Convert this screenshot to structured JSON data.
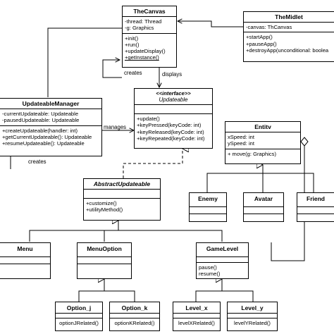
{
  "classes": {
    "the_canvas": {
      "name": "TheCanvas",
      "attributes": [
        "-thread: Thread",
        "-g: Graphics"
      ],
      "methods": [
        "+init()",
        "+run()",
        "+updateDisplay()",
        "+getInstance()"
      ]
    },
    "the_midlet": {
      "name": "TheMidlet",
      "attributes": [
        "-canvas: ThCanvas"
      ],
      "methods": [
        "+startApp()",
        "+pauseApp()",
        "+destroyApp(unconditional: boolea"
      ]
    },
    "updateable": {
      "stereotype": "<<interface>>",
      "name": "Updateable",
      "methods": [
        "+update()",
        "+keyPressed(keyCode: int)",
        "+keyReleased(keyCode: int)",
        "+keyRepeated(keyCode: int)"
      ]
    },
    "updateable_manager": {
      "name": "UpdateableManager",
      "attributes": [
        "-currentUpdateable: Updateable",
        "-pausedUpdateable: Updateable"
      ],
      "methods": [
        "+createUpdateable(handler: int)",
        "+getCurrentUpdateable(): Updateable",
        "+resumeUpdateable(): Updateable"
      ]
    },
    "entity": {
      "name": "Entitv",
      "attributes": [
        "xSpeed: int",
        "ySpeed: int"
      ],
      "methods": [
        "+ move(g: Graphics)"
      ]
    },
    "abstract_updateable": {
      "name": "AbstractUpdateable",
      "methods": [
        "+customize()",
        "+utilityMethod()"
      ]
    },
    "enemy": {
      "name": "Enemy"
    },
    "avatar": {
      "name": "Avatar"
    },
    "friend": {
      "name": "Friend"
    },
    "menu": {
      "name": "Menu"
    },
    "menu_option": {
      "name": "MenuOption"
    },
    "game_level": {
      "name": "GameLevel",
      "methods": [
        "pause()",
        "resume()"
      ]
    },
    "option_j": {
      "name": "Option_j",
      "methods": [
        "optionJRelated()"
      ]
    },
    "option_k": {
      "name": "Option_k",
      "methods": [
        "optionKRelated()"
      ]
    },
    "level_x": {
      "name": "Level_x",
      "methods": [
        "levelXRelated()"
      ]
    },
    "level_y": {
      "name": "Level_y",
      "methods": [
        "levelYRelated()"
      ]
    }
  },
  "relations": {
    "creates_canvas": "creates",
    "displays": "displays",
    "manages": "manages",
    "creates_manager": "creates"
  },
  "colors": {
    "line": "#000000",
    "background": "#ffffff"
  }
}
